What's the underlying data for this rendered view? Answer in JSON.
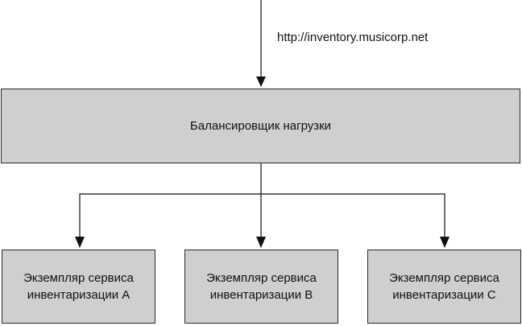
{
  "diagram": {
    "entry_url": "http://inventory.musicorp.net",
    "load_balancer": {
      "label": "Балансировщик нагрузки"
    },
    "services": [
      {
        "line1": "Экземпляр сервиса",
        "line2": "инвентаризации A"
      },
      {
        "line1": "Экземпляр сервиса",
        "line2": "инвентаризации B"
      },
      {
        "line1": "Экземпляр сервиса",
        "line2": "инвентаризации C"
      }
    ],
    "colors": {
      "box_fill": "#cfcfcf",
      "line": "#111111"
    }
  }
}
